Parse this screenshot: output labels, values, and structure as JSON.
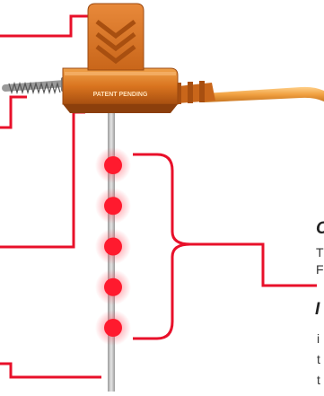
{
  "device": {
    "housing_label": "PATENT PENDING"
  },
  "side_text": {
    "title_fragment": "C",
    "line1": "T",
    "line2": "F",
    "emphasis_fragment": "I",
    "line3": "i",
    "line4": "t",
    "line5": "t"
  },
  "colors": {
    "callout_line": "#e8102a",
    "led": "#ff1a2e",
    "led_glow": "#ff4d5c",
    "housing": "#e07b22",
    "housing_dark": "#b4550f",
    "cable": "#f0a040",
    "probe": "#b8b8b8"
  },
  "icons": {
    "tab": "chevron-tab-icon",
    "spring": "spring-icon",
    "led": "led-dot-icon"
  },
  "led_count": 5
}
